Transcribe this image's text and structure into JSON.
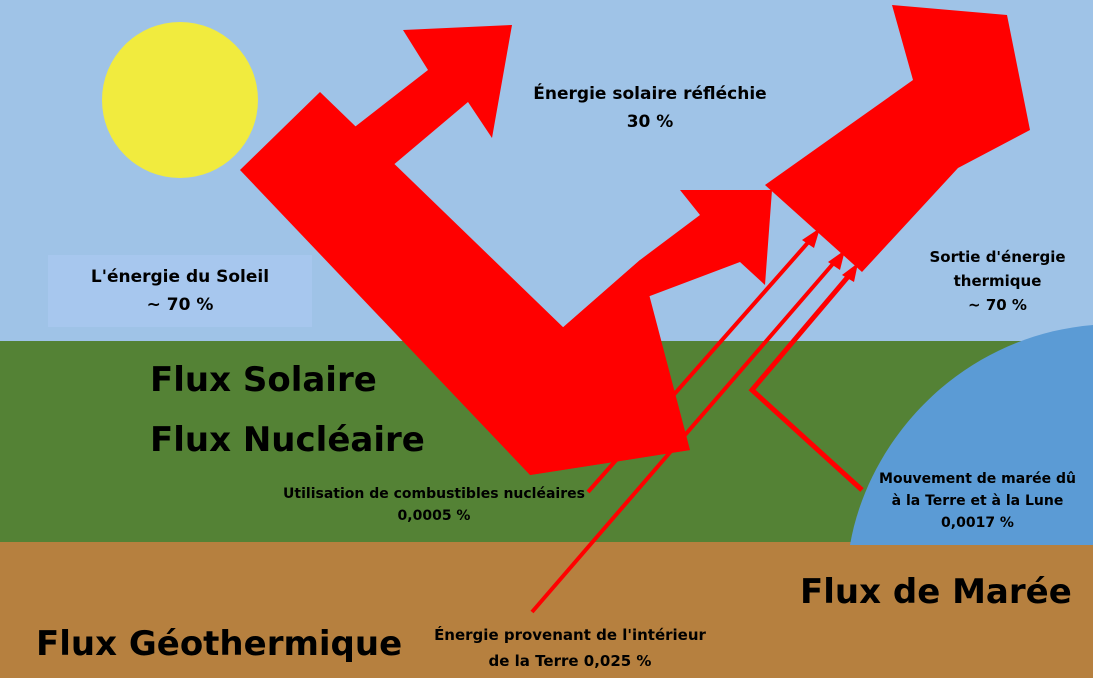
{
  "colors": {
    "sky": "#9fc3e7",
    "ground": "#548235",
    "soil": "#b6803f",
    "sea": "#5b9bd5",
    "sun": "#f1eb3e",
    "arrow": "#ff0000",
    "sun_label_box": "#a7c7ee"
  },
  "icons": [
    "sun-icon",
    "energy-arrow"
  ],
  "labels": {
    "reflected": {
      "line1": "Énergie solaire réfléchie",
      "line2": "30 %"
    },
    "sun_energy": {
      "line1": "L'énergie du Soleil",
      "line2": "~ 70 %"
    },
    "thermal_output": {
      "line1": "Sortie d'énergie",
      "line2": "thermique",
      "line3": "~ 70 %"
    },
    "nuclear_fuel": {
      "line1": "Utilisation de combustibles nucléaires",
      "line2": "0,0005 %"
    },
    "tidal_motion": {
      "line1": "Mouvement de marée dû",
      "line2": "à la Terre et à la Lune",
      "line3": "0,0017 %"
    },
    "earth_interior": {
      "line1": "Énergie provenant de l'intérieur",
      "line2": "de la Terre 0,025 %"
    }
  },
  "flux": {
    "solar": "Flux Solaire",
    "nuclear": "Flux Nucléaire",
    "tidal": "Flux de Marée",
    "geothermal": "Flux Géothermique"
  }
}
